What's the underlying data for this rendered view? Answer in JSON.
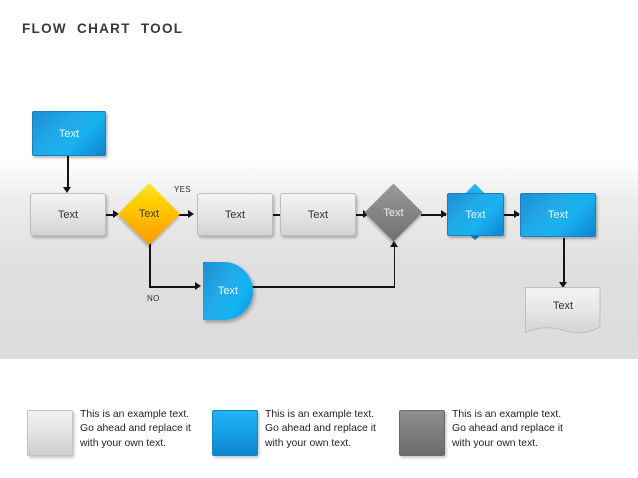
{
  "title": "FLOW  CHART  TOOL",
  "node_label": "Text",
  "branches": {
    "yes": "YES",
    "no": "NO"
  },
  "nodes": {
    "start_blue": "Text",
    "process_1": "Text",
    "decision_orange": "Text",
    "process_2": "Text",
    "process_3": "Text",
    "decision_gray": "Text",
    "merge_blue": "Text",
    "process_blue_end": "Text",
    "delay_blue": "Text",
    "document_gray": "Text"
  },
  "legend": [
    {
      "swatch": "gray-gradient-swatch",
      "color": "#e4e4e4",
      "lines": [
        "This is an example text.",
        "Go ahead and replace it",
        "with your own text."
      ]
    },
    {
      "swatch": "blue-gradient-swatch",
      "color": "#17a1e4",
      "lines": [
        "This is an example text.",
        "Go ahead and replace it",
        "with your own text."
      ]
    },
    {
      "swatch": "dark-gray-gradient-swatch",
      "color": "#7e7e7e",
      "lines": [
        "This is an example text.",
        "Go ahead and replace it",
        "with your own text."
      ]
    }
  ],
  "colors": {
    "accent_blue": "#17a1e4",
    "accent_orange": "#ffb000",
    "accent_gray": "#7d7d7d",
    "title_color": "#3a3a3a",
    "connector_color": "#141414",
    "band_color": "#dedede"
  }
}
